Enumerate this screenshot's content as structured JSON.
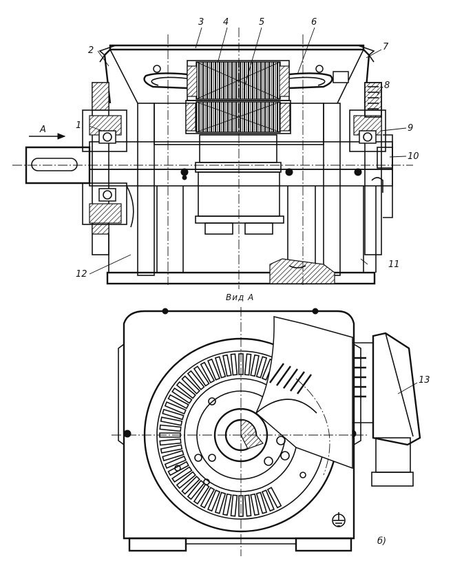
{
  "top_view": {
    "callouts": [
      "1",
      "2",
      "3",
      "4",
      "5",
      "6",
      "7",
      "8",
      "9",
      "10",
      "11",
      "12"
    ],
    "arrow_label": "A"
  },
  "bottom_view": {
    "caption": "Вид А",
    "callouts": [
      "13"
    ],
    "sub_label": "б)"
  }
}
